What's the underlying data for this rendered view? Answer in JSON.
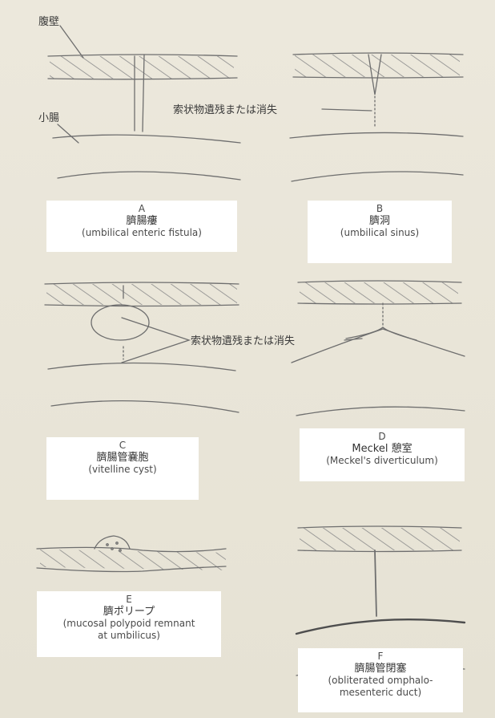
{
  "labels": {
    "abdominal_wall": "腹壁",
    "small_intestine": "小腸",
    "cord_remnant_top": "索状物遺残または消失",
    "cord_remnant_mid": "索状物遺残または消失"
  },
  "panels": [
    {
      "letter": "A",
      "jp": "臍腸瘻",
      "en": "(umbilical enteric fistula)"
    },
    {
      "letter": "B",
      "jp": "臍洞",
      "en": "(umbilical sinus)"
    },
    {
      "letter": "C",
      "jp": "臍腸管嚢胞",
      "en": "(vitelline cyst)"
    },
    {
      "letter": "D",
      "jp": "Meckel 憩室",
      "en": "(Meckel's diverticulum)"
    },
    {
      "letter": "E",
      "jp": "臍ポリープ",
      "en": "(mucosal polypoid remnant",
      "en2": "at umbilicus)"
    },
    {
      "letter": "F",
      "jp": "臍腸管閉塞",
      "en": "(obliterated omphalo-",
      "en2": "mesenteric duct)"
    }
  ]
}
